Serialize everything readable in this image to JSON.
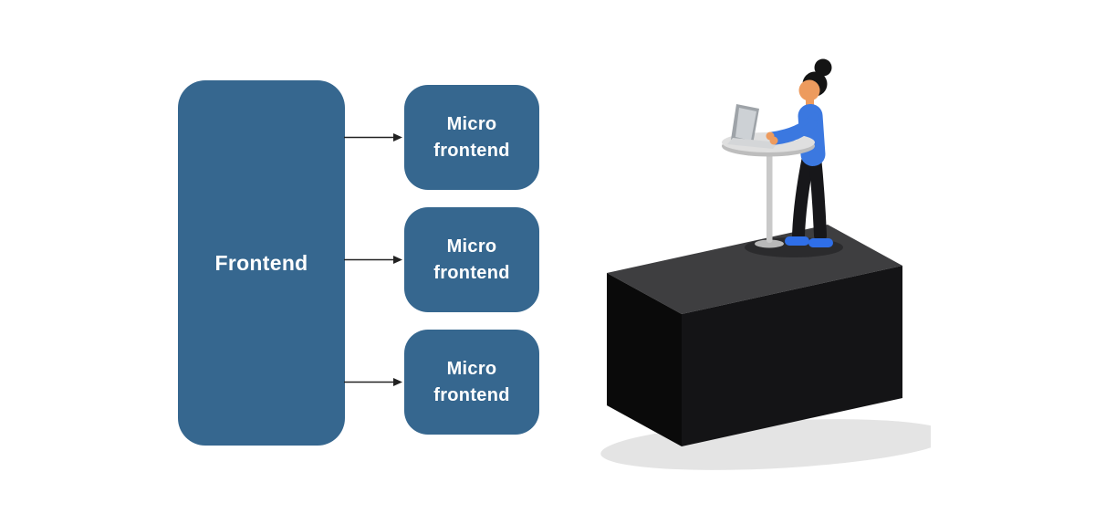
{
  "page": {
    "background": "#FFFFFF"
  },
  "diagram": {
    "frontend_box": {
      "label": "Frontend"
    },
    "micro_boxes": [
      {
        "label": "Micro frontend"
      },
      {
        "label": "Micro frontend"
      },
      {
        "label": "Micro frontend"
      }
    ],
    "arrow_count": 3
  },
  "colors": {
    "background": "#FFFFFF",
    "box_blue": "#36678F",
    "box_text": "#FFFFFF",
    "arrow": "#222222",
    "cube_top": "#3E3E40",
    "cube_left": "#0A0A0A",
    "cube_front": "#141416",
    "shirt_blue": "#3B78E0",
    "skin": "#ED9B5E",
    "pants": "#17171A",
    "shoe_blue": "#2F6FE8",
    "hair": "#141414",
    "table_gray": "#DFDFDF",
    "table_edge_gray": "#BDBDBD",
    "shadow_gray": "#E4E4E4",
    "person_shadow_gray": "#2B2B2D"
  },
  "illustration": {
    "icons": [
      "cube-pedestal-icon",
      "standing-desk-icon",
      "laptop-icon",
      "phone-icon",
      "person-at-standing-desk-icon",
      "ground-shadow",
      "person-shadow"
    ]
  }
}
